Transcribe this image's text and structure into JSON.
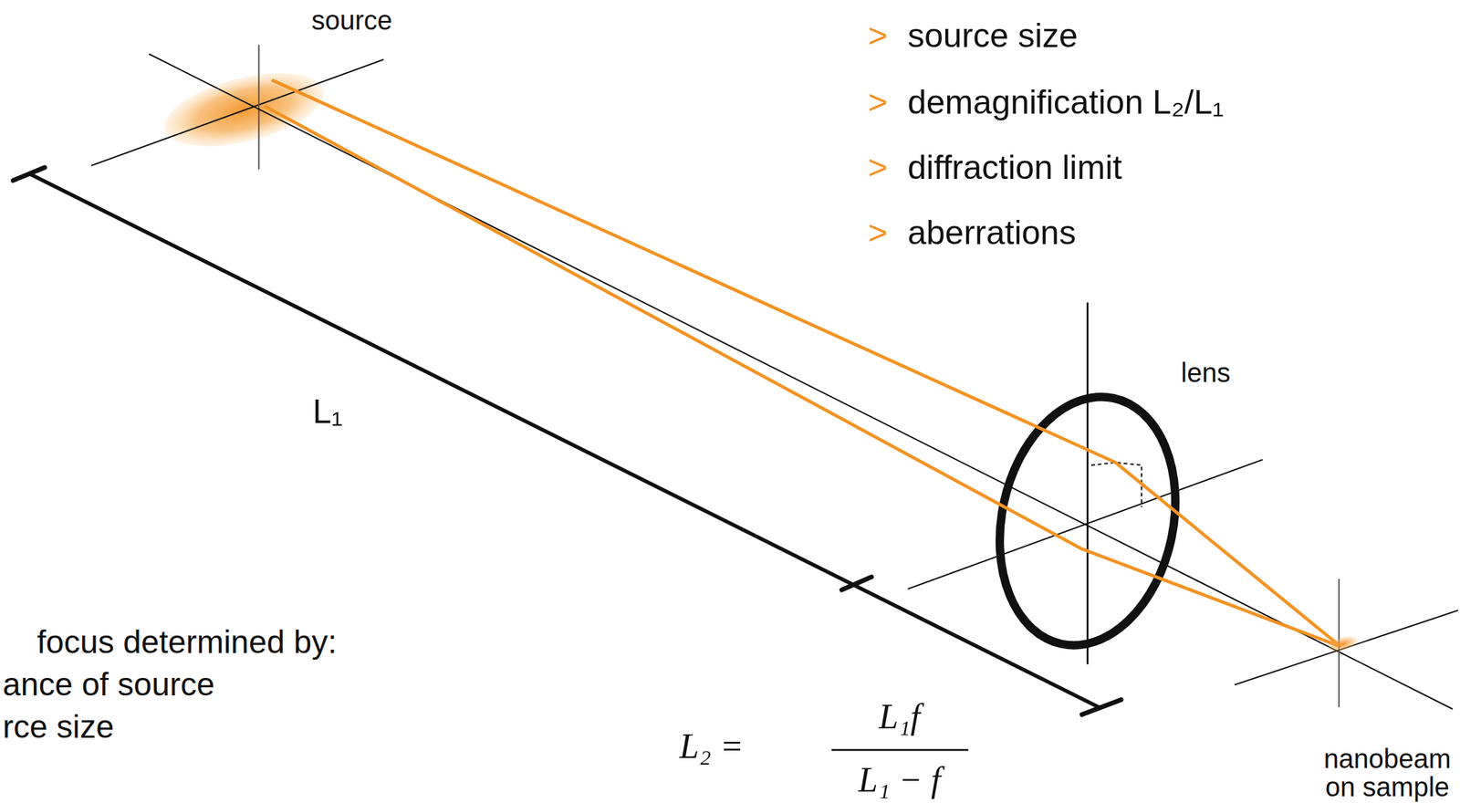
{
  "diagram": {
    "labels": [
      "source",
      ">",
      "source size",
      ">",
      "demagnification L₂/L₁",
      ">",
      "diffraction limit",
      ">",
      "aberrations",
      "L₁",
      "lens",
      "focus determined by:",
      "ance of source",
      "rce size",
      "L₂ =",
      "L₁f",
      "L₁ − f",
      "nanobeam",
      "on sample"
    ]
  }
}
